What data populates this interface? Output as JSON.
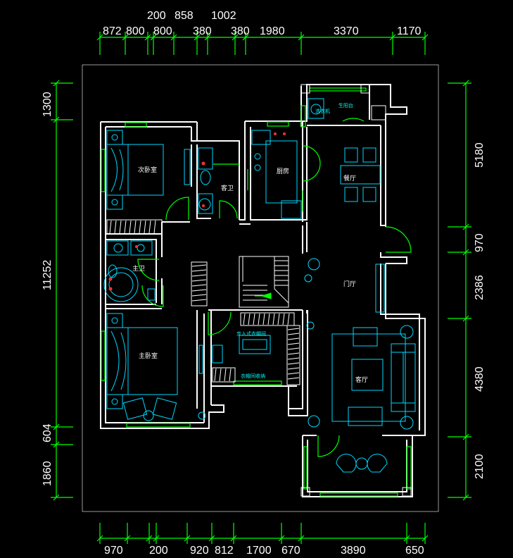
{
  "dimensions": {
    "top_row": [
      "872",
      "800",
      "800",
      "380",
      "380",
      "1980",
      "3370",
      "1170"
    ],
    "top_upper": [
      "200",
      "858",
      "1002"
    ],
    "left": [
      "1300",
      "11252",
      "604",
      "1860"
    ],
    "right": [
      "5180",
      "970",
      "2386",
      "4380",
      "2100"
    ],
    "bottom": [
      "970",
      "200",
      "920",
      "812",
      "1700",
      "670",
      "3890",
      "650"
    ]
  },
  "rooms": {
    "secondary_bedroom": "次卧室",
    "guest_bath": "客卫",
    "kitchen": "厨房",
    "dining": "餐厅",
    "laundry": "洗衣机",
    "living_balcony": "生阳台",
    "master_bath": "主卫",
    "foyer": "门厅",
    "master_bedroom": "主卧室",
    "walk_in_closet": "步入式衣帽间",
    "closet_note": "衣帽间收纳",
    "living_room": "客厅"
  },
  "colors": {
    "background": "#000000",
    "wall": "#ffffff",
    "furniture": "#00d8ff",
    "dimension": "#00ff00",
    "fixture_red": "#ff3030"
  }
}
